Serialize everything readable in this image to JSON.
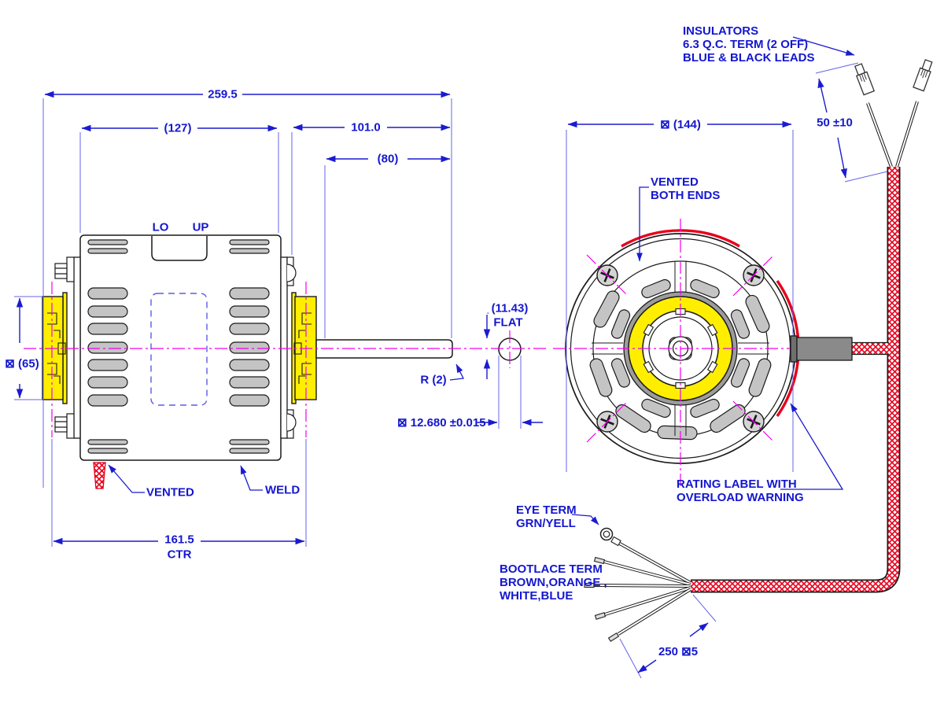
{
  "colors": {
    "dimension": "#1417cf",
    "extension": "#6464e8",
    "centerline": "#f000f0",
    "highlight": "#e8001c",
    "hub": "#ffee00",
    "slot": "#c4c4c4"
  },
  "side_view": {
    "lo": "LO",
    "up": "UP",
    "dim_overall": "259.5",
    "dim_body": "(127)",
    "dim_shaft_total": "101.0",
    "dim_shaft": "(80)",
    "dim_hub": "⊠ (65)",
    "dim_centers": "161.5",
    "dim_centers_suffix": "CTR",
    "label_vented": "VENTED",
    "label_weld": "WELD"
  },
  "shaft_detail": {
    "dim_flat_value": "(11.43)",
    "dim_flat_word": "FLAT",
    "label_radius": "R (2)",
    "dim_diameter": "⊠  12.680 ±0.015"
  },
  "front_view": {
    "dim_diameter": "⊠ (144)",
    "label_vented_line1": "VENTED",
    "label_vented_line2": "BOTH ENDS",
    "label_rating_line1": "RATING LABEL WITH",
    "label_rating_line2": "OVERLOAD WARNING"
  },
  "leads": {
    "insulators_line1": "INSULATORS",
    "insulators_line2": "6.3 Q.C. TERM (2 OFF)",
    "insulators_line3": "BLUE & BLACK LEADS",
    "dim_lead_length": "50 ±10",
    "eye_line1": "EYE TERM",
    "eye_line2": "GRN/YELL",
    "bootlace_line1": "BOOTLACE TERM",
    "bootlace_line2": "BROWN,ORANGE ,",
    "bootlace_line3": "WHITE,BLUE",
    "dim_harness": "250 ⊠5"
  }
}
